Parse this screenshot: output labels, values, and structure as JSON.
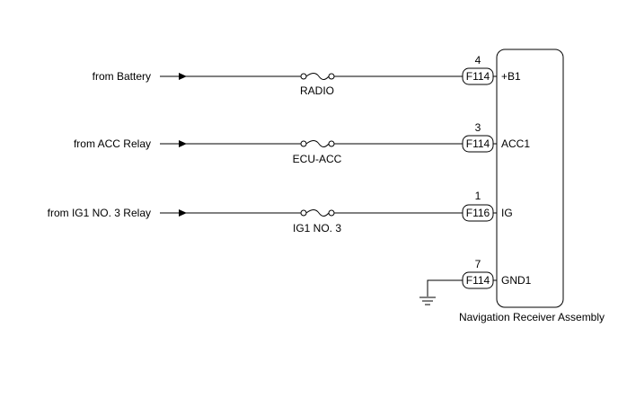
{
  "component": {
    "label": "Navigation Receiver Assembly"
  },
  "circuits": [
    {
      "source": "from Battery",
      "fuse": "RADIO",
      "pin": "4",
      "connector": "F114",
      "terminal": "+B1"
    },
    {
      "source": "from ACC Relay",
      "fuse": "ECU-ACC",
      "pin": "3",
      "connector": "F114",
      "terminal": "ACC1"
    },
    {
      "source": "from IG1 NO. 3 Relay",
      "fuse": "IG1 NO. 3",
      "pin": "1",
      "connector": "F116",
      "terminal": "IG"
    }
  ],
  "ground": {
    "pin": "7",
    "connector": "F114",
    "terminal": "GND1"
  }
}
